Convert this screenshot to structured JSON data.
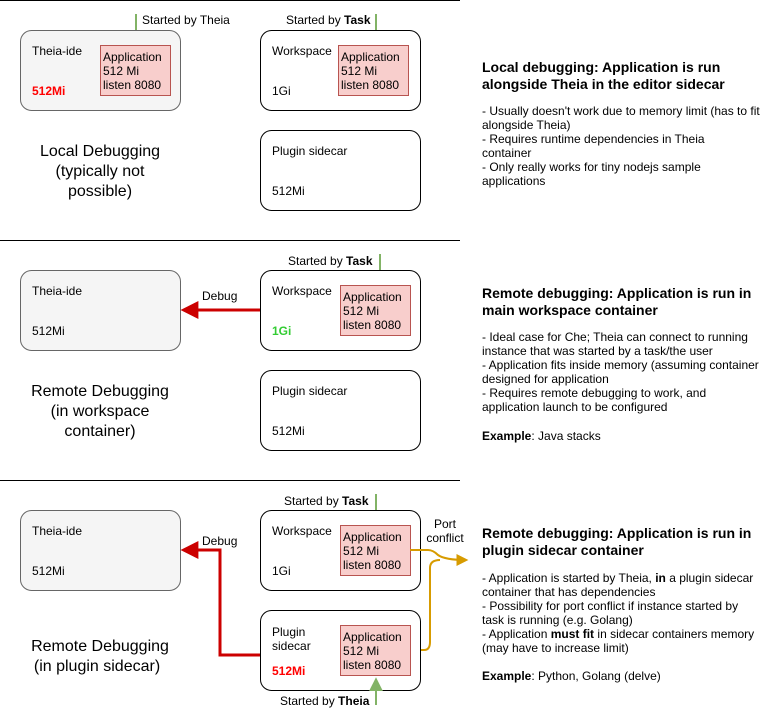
{
  "colors": {
    "box_gray_fill": "#f5f5f5",
    "app_fill": "#f8cecc",
    "app_stroke": "#b85450",
    "red_text": "#ff0000",
    "green_text": "#33cc33",
    "green_arrow": "#82b366",
    "debug_arrow": "#cc0000",
    "port_arrow": "#d79b00"
  },
  "s1": {
    "started_theia": "Started by Theia",
    "started_by": "Started by ",
    "task": "Task",
    "theia": "Theia-ide",
    "theia_mem": "512Mi",
    "app": [
      "Application",
      "512 Mi",
      "listen 8080"
    ],
    "workspace": "Workspace",
    "workspace_mem": "1Gi",
    "app2": [
      "Application",
      "512 Mi",
      "listen 8080"
    ],
    "plugin": "Plugin sidecar",
    "plugin_mem": "512Mi",
    "caption": [
      "Local Debugging",
      "(typically not",
      "possible)"
    ],
    "title": [
      "Local debugging: Application is run",
      "alongside Theia in the editor sidecar"
    ],
    "notes": [
      "- Usually doesn't work due to memory limit (has to fit",
      "alongside Theia)",
      "- Requires runtime dependencies in Theia",
      "container",
      "- Only really works for tiny nodejs sample",
      "applications"
    ]
  },
  "s2": {
    "started_by": "Started by ",
    "task": "Task",
    "theia": "Theia-ide",
    "theia_mem": "512Mi",
    "debug": "Debug",
    "workspace": "Workspace",
    "workspace_mem": "1Gi",
    "app": [
      "Application",
      "512 Mi",
      "listen 8080"
    ],
    "plugin": "Plugin sidecar",
    "plugin_mem": "512Mi",
    "caption": [
      "Remote Debugging",
      "(in workspace",
      "container)"
    ],
    "title": [
      "Remote debugging: Application is run in",
      "main workspace container"
    ],
    "notes": [
      "- Ideal case for Che; Theia can connect to running",
      "instance that was started by a task/the user",
      "- Application fits inside memory (assuming container",
      "designed for application",
      "- Requires remote debugging to work, and",
      "application launch to be configured"
    ],
    "example_label": "Example",
    "example_text": ": Java stacks"
  },
  "s3": {
    "started_by_top": "Started by ",
    "task": "Task",
    "theia": "Theia-ide",
    "theia_mem": "512Mi",
    "debug": "Debug",
    "workspace": "Workspace",
    "workspace_mem": "1Gi",
    "app_ws": [
      "Application",
      "512 Mi",
      "listen 8080"
    ],
    "port": [
      "Port",
      "conflict"
    ],
    "plugin": [
      "Plugin",
      "sidecar"
    ],
    "plugin_mem": "512Mi",
    "app_pl": [
      "Application",
      "512 Mi",
      "listen 8080"
    ],
    "started_by_bottom": "Started by ",
    "theia_bold": "Theia",
    "caption": [
      "Remote Debugging",
      "(in plugin sidecar)"
    ],
    "title": [
      "Remote debugging: Application is run in",
      "plugin sidecar container"
    ],
    "note1_a": "- Application is started by Theia, ",
    "note1_b": "in",
    "note1_c": " a plugin sidecar",
    "note2": "container that has dependencies",
    "note3": "- Possibility for port conflict if instance started by",
    "note4": "task is running (e.g. Golang)",
    "note5_a": "- Application ",
    "note5_b": "must fit",
    "note5_c": " in sidecar containers memory",
    "note6": "(may have to increase limit)",
    "example_label": "Example",
    "example_text": ": Python, Golang (delve)"
  }
}
